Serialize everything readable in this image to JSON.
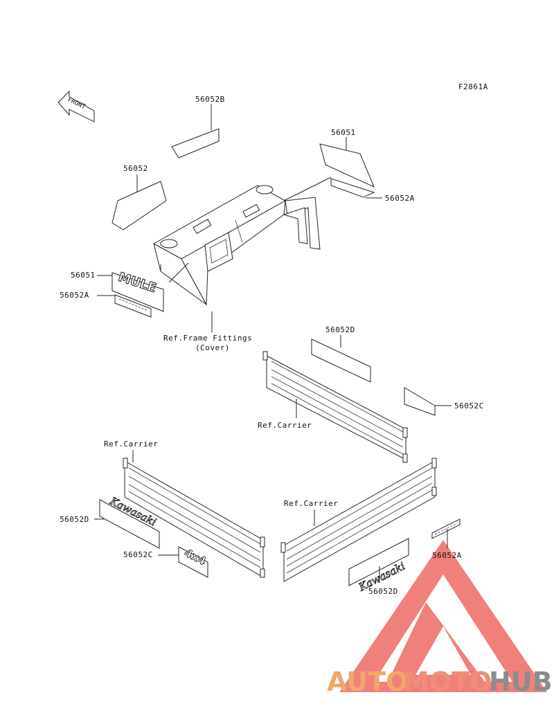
{
  "figure_code": "F2861A",
  "front_arrow_text": "FRONT",
  "labels": {
    "p56052B": "56052B",
    "p56051_top": "56051",
    "p56052_top": "56052",
    "p56052A_right": "56052A",
    "p56051_left": "56051",
    "p56052A_left": "56052A",
    "ref_frame_1": "Ref.Frame Fittings",
    "ref_frame_2": "(Cover)",
    "p56052D_top": "56052D",
    "p56052C_right": "56052C",
    "ref_carrier_1": "Ref.Carrier",
    "ref_carrier_2": "Ref.Carrier",
    "ref_carrier_3": "Ref.Carrier",
    "p56052D_left": "56052D",
    "p56052C_left": "56052C",
    "p56052A_bottom": "56052A",
    "p56052D_bottom": "56052D"
  },
  "decal_texts": {
    "mule": "MULE",
    "kawasaki_left": "Kawasaki",
    "kawasaki_right": "Kawasaki",
    "four_x_four": "4x4"
  },
  "watermark": {
    "auto": "AUTO",
    "moto": "MOTO",
    "hub": "HUB",
    "color_triangle": "#e8534e",
    "color_orange": "#f0a868",
    "color_grey": "#8c8c8c"
  }
}
